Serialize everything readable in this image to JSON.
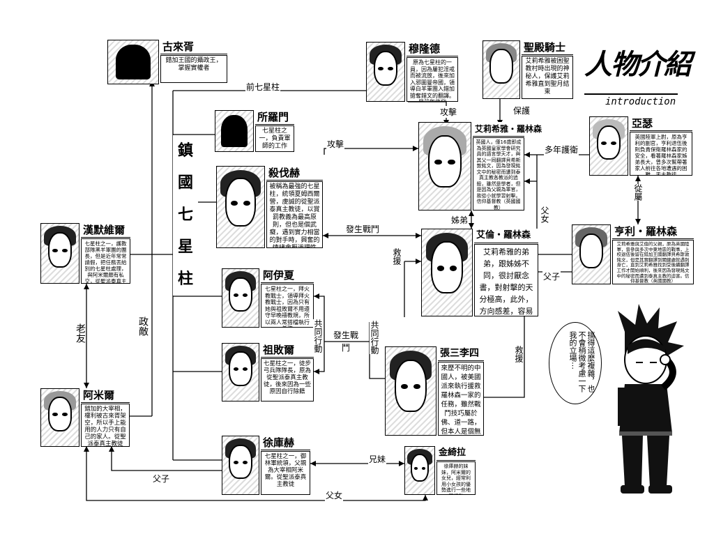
{
  "title": {
    "main": "人物介紹",
    "sub": "introduction"
  },
  "group_label": [
    "鎮",
    "國",
    "七",
    "星",
    "柱"
  ],
  "characters": {
    "gulaixu": {
      "name": "古來胥",
      "desc": "錯加王國的攝政王，掌握實權者"
    },
    "mulongde": {
      "name": "穆隆德",
      "desc": "原為七星柱的一員，因為屢犯淫戒而被流放，後來加入邪圖曼帝國，領導白羊軍團入錯加搶奪錯文的翻譯。目前無信仰"
    },
    "knight": {
      "name": "聖殿騎士",
      "desc": "艾莉希雅被困聖教村時出現的神秘人，保護艾莉希雅直到聖月結束"
    },
    "suoluomen": {
      "name": "所羅門",
      "desc": "七星柱之一，負責軍師的工作"
    },
    "shafahe": {
      "name": "殺伐赫",
      "desc": "被稱為最強的七星柱，統領夏姆西爾營，虔誠的從聖派泰真主教徒，以賞罰教義為最高原則，但也是個武癡，遇到實力相當的對手時，興奮的情緒會壓過理性"
    },
    "elisia": {
      "name": "艾莉希雅・羅林森",
      "desc": "英國人，僅16歲即成為英國皇家學會研究員的語言學天才，與其父一同翻譯貝希斯敦銘文，因為發現銘文中的秘密而遭到泰真主教各教派的追殺，雖然是學者，但是因為父親為軍官，故從小就學習射擊。信仰基督教（英國國教）"
    },
    "yase": {
      "name": "亞瑟",
      "desc": "英國陸軍上尉，原為亨利的副官，亨利退伍後則負責保衛羅林森家的安全，看著羅林森家姊弟長大，曾多次幫帶著家人前往各地遭遇的困難，天主教徒"
    },
    "hanmo": {
      "name": "漢默維爾",
      "desc": "七星柱之一，護教部隊黑羊軍團的團長，但是近年常常請假，把任務丟給別的七星柱處理，與阿米爾頗有私交，從聖派泰真主教徒"
    },
    "alun": {
      "name": "艾倫・羅林森",
      "desc": "艾莉希雅的弟弟，跟姊姊不同，很討厭念書，對射擊的天分極高，此外，方向感差，容易迷路"
    },
    "henli": {
      "name": "亨利・羅林森",
      "desc": "艾莉希雅與艾倫的父親，原為英國陸軍，曾參與多次中東地區的戰事，上校退伍後留在錯加王國翻譯貝希斯敦銘文，但是其實翻譯到關鍵處就遇刺身亡，直到艾莉希雅找到受後續翻譯工作才開始順利，後來因為發現銘文中的秘密而遭到泰真主教的迫害。信仰基督教（英國國教）"
    },
    "ayixia": {
      "name": "阿伊夏",
      "desc": "七星柱之一，拜火教戰士，領導拜火教戰士，因為只有她與祖敗爾不用遵守早晚禱教規，所以兩人常搭檔執行任務"
    },
    "zubaier": {
      "name": "祖敗爾",
      "desc": "七星柱之一，徒步弓兵隊隊長，原為從聖派泰真主教徒，後來因為一些原因自行除籍"
    },
    "zhang": {
      "name": "張三李四",
      "desc": "來歷不明的中國人，被美國派來執行援救羅林森一家的任務，雖然戰鬥技巧屬於佛、道一路，但本人是個無信仰者"
    },
    "amier": {
      "name": "阿米爾",
      "desc": "錯加的大宰相，權利被古來胥架空，所以手上能用的人力只有自己的家人。從聖派泰真主教徒"
    },
    "xukuhe": {
      "name": "徐庫赫",
      "desc": "七星柱之一，御林軍統領，父親為大宰相阿米爾。從聖派泰真主教徒"
    },
    "jinqila": {
      "name": "金綺拉",
      "desc": "徐庫赫的妹妹，阿米爾的女兒，經常利用小女孩的優勢進行一些地下行動"
    }
  },
  "relations": {
    "former_pillar": "前七星柱",
    "attack1": "攻擊",
    "attack2": "攻擊",
    "protect": "保護",
    "guard": "多年護衛",
    "follow": "從屬",
    "war1": "發生戰鬥",
    "siblings": "姊弟",
    "father_daughter1": "父女",
    "father_son1": "父子",
    "rescue1": "救援",
    "rescue2": "救援",
    "joint_action1": "共同行動",
    "joint_action2": "共同行動",
    "war2": "發生戰鬥",
    "old_friend": "老友",
    "political_enemy": "政敵",
    "brother_sister": "兄妹",
    "father_son2": "父子",
    "father_daughter2": "父女"
  },
  "bubble_text": "搞得這麼複雜，也不會稍微考慮一下我的立場⋯"
}
